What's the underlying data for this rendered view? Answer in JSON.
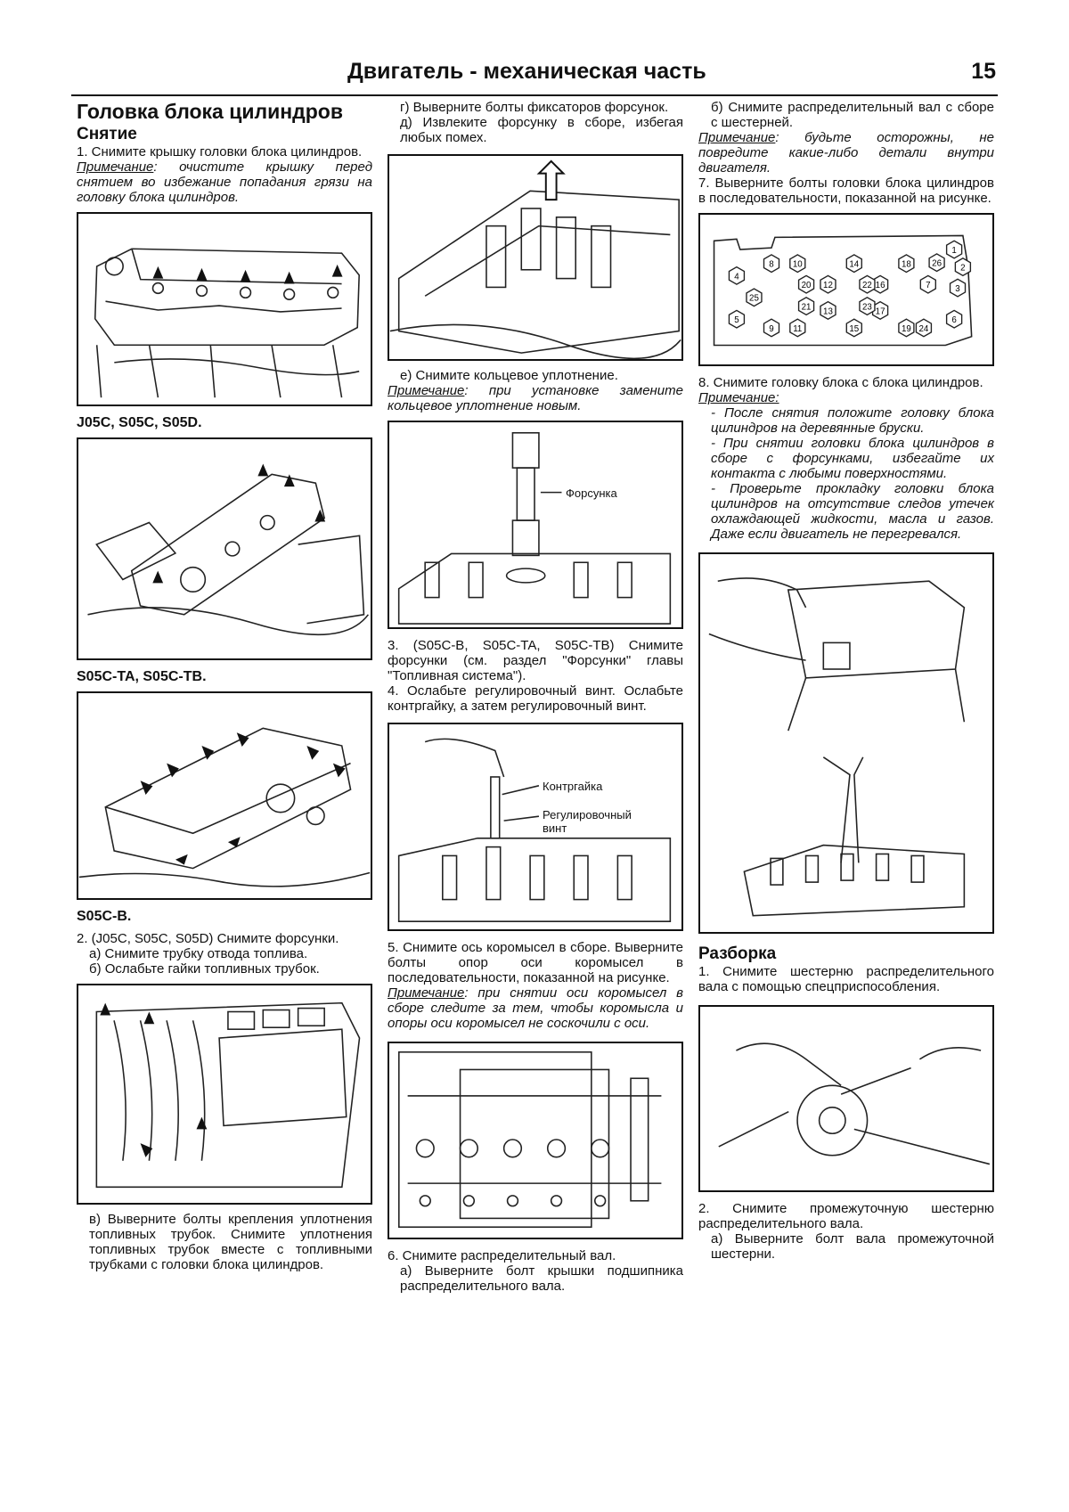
{
  "header": {
    "title": "Двигатель - механическая часть",
    "page_number": "15"
  },
  "col1": {
    "section_title": "Головка блока цилиндров",
    "removal_title": "Снятие",
    "step1": "1. Снимите крышку головки блока цилиндров.",
    "note1_label": "Примечание",
    "note1_text": ": очистите крышку перед снятием во избежание попадания грязи на головку блока цилиндров.",
    "fig1_caption": "J05C, S05C, S05D.",
    "fig2_caption": "S05C-TA, S05C-TB.",
    "fig3_caption": "S05C-B.",
    "step2": "2. (J05C, S05C, S05D) Снимите форсунки.",
    "step2a": "а) Снимите трубку отвода топлива.",
    "step2b": "б) Ослабьте гайки топливных трубок.",
    "step2v": "в) Выверните болты крепления уплотнения топливных трубок. Снимите уплотнения топливных трубок вместе с топливными трубками с головки блока цилиндров."
  },
  "col2": {
    "step_g": "г) Выверните болты фиксаторов форсунок.",
    "step_d": "д) Извлеките форсунку в сборе, избегая любых помех.",
    "step_e": "е) Снимите кольцевое уплотнение.",
    "note2_label": "Примечание",
    "note2_text": ": при установке замените кольцевое уплотнение новым.",
    "fig_injector_label": "Форсунка",
    "step3": "3. (S05C-B, S05C-TA, S05C-TB) Снимите форсунки (см. раздел \"Форсунки\" главы \"Топливная система\").",
    "step4": "4. Ослабьте регулировочный винт. Ослабьте контргайку, а затем регулировочный винт.",
    "fig_locknut_label": "Контргайка",
    "fig_screw_label": "Регулировочный винт",
    "step5": "5. Снимите ось коромысел в сборе. Выверните болты опор оси коромысел в последовательности, показанной на рисунке.",
    "note3_label": "Примечание",
    "note3_text": ": при снятии оси коромысел в сборе следите за тем, чтобы коромысла и опоры оси коромысел не соскочили с оси.",
    "step6": "6. Снимите распределительный вал.",
    "step6a": "а) Выверните болт крышки подшипника распределительного вала."
  },
  "col3": {
    "step6b": "б) Снимите распределительный вал с сборе с шестерней.",
    "note4_label": "Примечание",
    "note4_text": ": будьте осторожны, не повредите какие-либо детали внутри двигателя.",
    "step7": "7. Выверните болты головки блока цилиндров в последовательности, показанной на рисунке.",
    "bolt_numbers": [
      "1",
      "2",
      "3",
      "4",
      "5",
      "6",
      "7",
      "8",
      "9",
      "10",
      "11",
      "12",
      "13",
      "14",
      "15",
      "16",
      "17",
      "18",
      "19",
      "20",
      "21",
      "22",
      "23",
      "24",
      "25",
      "26"
    ],
    "step8": "8. Снимите головку блока с блока цилиндров.",
    "note5_label": "Примечание:",
    "note5_items": [
      "- После снятия положите головку блока цилиндров на деревянные бруски.",
      "- При снятии головки блока цилиндров в сборе с форсунками, избегайте их контакта с любыми поверхностями.",
      "- Проверьте прокладку головки блока цилиндров на отсутствие следов утечек охлаждающей жидкости, масла и газов. Даже если двигатель не перегревался."
    ],
    "disassembly_title": "Разборка",
    "dstep1": "1. Снимите шестерню распределительного вала с помощью спецприспособления.",
    "dstep2": "2. Снимите промежуточную шестерню распределительного вала.",
    "dstep2a": "а) Выверните болт вала промежуточной шестерни."
  }
}
